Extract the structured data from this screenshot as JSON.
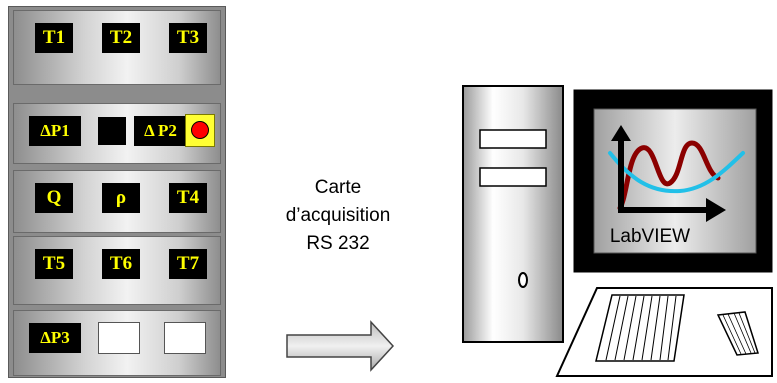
{
  "cabinet": {
    "rows": [
      {
        "displays": [
          "T1",
          "T2",
          "T3"
        ]
      },
      {
        "displays": [
          "ΔP1",
          "Δ P2"
        ],
        "indicator": "red-lamp"
      },
      {
        "displays": [
          "Q",
          "ρ",
          "T4"
        ]
      },
      {
        "displays": [
          "T5",
          "T6",
          "T7"
        ]
      },
      {
        "displays": [
          "ΔP3"
        ]
      }
    ]
  },
  "link": {
    "line1": "Carte",
    "line2": "d’acquisition",
    "line3": "RS 232"
  },
  "computer": {
    "software_label": "LabVIEW",
    "chart_colors": {
      "curve1": "#8b0000",
      "curve2": "#22c0e8",
      "axes": "#000000"
    }
  },
  "colors": {
    "display_bg": "#000000",
    "display_text": "#ffff00",
    "lamp": "#ff0000",
    "indicator_box": "#ffff33"
  }
}
